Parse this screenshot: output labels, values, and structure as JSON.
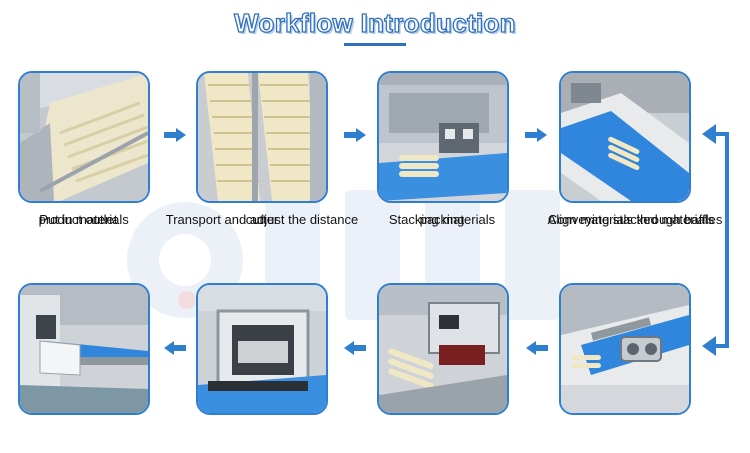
{
  "header": {
    "title": "Workflow Introduction"
  },
  "steps": [
    {
      "label": "Put in materials"
    },
    {
      "label": "Transport and adjust the distance"
    },
    {
      "label": "Stacking materials"
    },
    {
      "label": "Conveying stacked materials"
    },
    {
      "label": "Align materials through baffles"
    },
    {
      "label": "packing"
    },
    {
      "label": "cutter"
    },
    {
      "label": "product outlet"
    }
  ],
  "colors": {
    "accent": "#2f7fd0",
    "title_stroke": "#2f6fc1",
    "arrow": "#2f7fd0",
    "conveyor_belt": "#3a8fe0"
  },
  "icons": {
    "flow_arrow": "arrow-right-icon",
    "return_arrow": "arrow-left-icon",
    "turn_arrow": "bracket-turn-arrow-icon"
  }
}
